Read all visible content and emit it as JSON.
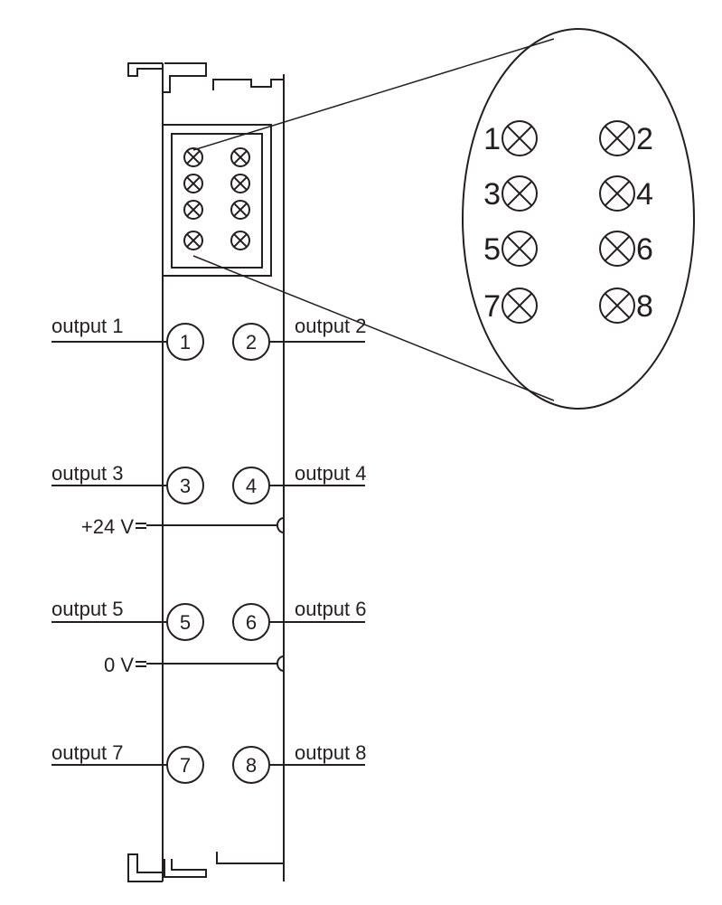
{
  "terminal_labels": {
    "output_1": "output 1",
    "output_2": "output 2",
    "output_3": "output 3",
    "output_4": "output 4",
    "output_5": "output 5",
    "output_6": "output 6",
    "output_7": "output 7",
    "output_8": "output 8",
    "plus_24v": "+24 V",
    "zero_v": "0 V"
  },
  "terminal_numbers": [
    "1",
    "2",
    "3",
    "4",
    "5",
    "6",
    "7",
    "8"
  ],
  "led_numbers": [
    "1",
    "2",
    "3",
    "4",
    "5",
    "6",
    "7",
    "8"
  ],
  "colors": {
    "line": "#231f20",
    "background": "#ffffff"
  }
}
